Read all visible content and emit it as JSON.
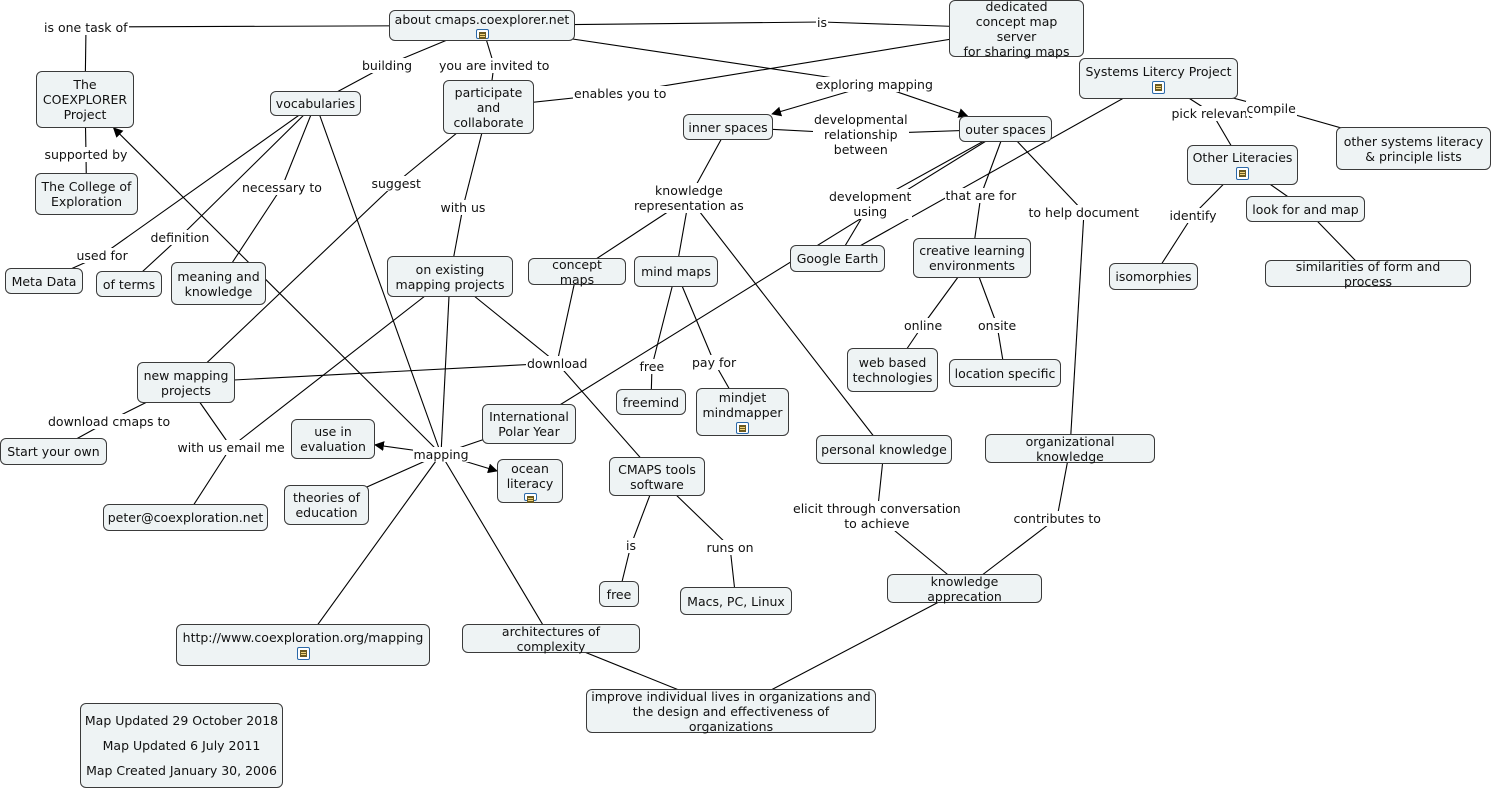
{
  "nodes": [
    {
      "id": "about",
      "text": "about cmaps.coexplorer.net",
      "resource": true
    },
    {
      "id": "dedicated",
      "text": "dedicated\nconcept map server\nfor sharing maps"
    },
    {
      "id": "coexplorer",
      "text": "The\nCOEXPLORER\nProject"
    },
    {
      "id": "college",
      "text": "The College of\nExploration"
    },
    {
      "id": "vocab",
      "text": "vocabularies"
    },
    {
      "id": "participate",
      "text": "participate\nand\ncollaborate"
    },
    {
      "id": "inner",
      "text": "inner spaces"
    },
    {
      "id": "outer",
      "text": "outer spaces"
    },
    {
      "id": "systems",
      "text": "Systems Litercy Project",
      "resource": true
    },
    {
      "id": "otherlists",
      "text": "other systems literacy\n& principle lists"
    },
    {
      "id": "otherlit",
      "text": "Other Literacies",
      "resource": true
    },
    {
      "id": "lookfor",
      "text": "look for and map"
    },
    {
      "id": "isomorphies",
      "text": "isomorphies"
    },
    {
      "id": "similarities",
      "text": "similarities of form and process"
    },
    {
      "id": "metadata",
      "text": "Meta Data"
    },
    {
      "id": "terms",
      "text": "of terms"
    },
    {
      "id": "meaning",
      "text": "meaning and\nknowledge"
    },
    {
      "id": "existing",
      "text": "on existing\nmapping projects"
    },
    {
      "id": "conceptmaps",
      "text": "concept maps"
    },
    {
      "id": "mindmaps",
      "text": "mind maps"
    },
    {
      "id": "googleearth",
      "text": "Google Earth"
    },
    {
      "id": "creative",
      "text": "creative learning\nenvironments"
    },
    {
      "id": "newprojects",
      "text": "new mapping\nprojects"
    },
    {
      "id": "startown",
      "text": "Start your own"
    },
    {
      "id": "webbased",
      "text": "web based\ntechnologies"
    },
    {
      "id": "location",
      "text": "location specific"
    },
    {
      "id": "freemind",
      "text": "freemind"
    },
    {
      "id": "mindjet",
      "text": "mindjet\nmindmapper",
      "resource": true
    },
    {
      "id": "ipy",
      "text": "International\nPolar Year"
    },
    {
      "id": "evaluation",
      "text": "use in\nevaluation"
    },
    {
      "id": "ocean",
      "text": "ocean\nliteracy",
      "resource": true
    },
    {
      "id": "personal",
      "text": "personal knowledge"
    },
    {
      "id": "organizational",
      "text": "organizational knowledge"
    },
    {
      "id": "cmapstools",
      "text": "CMAPS tools\nsoftware"
    },
    {
      "id": "theories",
      "text": "theories of\neducation"
    },
    {
      "id": "peter",
      "text": "peter@coexploration.net"
    },
    {
      "id": "free",
      "text": "free"
    },
    {
      "id": "macs",
      "text": "Macs, PC, Linux"
    },
    {
      "id": "appreciation",
      "text": "knowledge apprecation"
    },
    {
      "id": "url",
      "text": "http://www.coexploration.org/mapping",
      "resource": true
    },
    {
      "id": "complexity",
      "text": "architectures of complexity"
    },
    {
      "id": "improve",
      "text": "improve individual lives in organizations and\nthe design and effectiveness of organizations"
    }
  ],
  "linking_phrases": [
    {
      "id": "is-one-task",
      "text": "is one task of"
    },
    {
      "id": "is",
      "text": "is"
    },
    {
      "id": "building",
      "text": "building"
    },
    {
      "id": "invited",
      "text": "you are invited to"
    },
    {
      "id": "enables",
      "text": "enables you to"
    },
    {
      "id": "exploring",
      "text": "exploring mapping"
    },
    {
      "id": "developmental",
      "text": "developmental\nrelationship\nbetween"
    },
    {
      "id": "supported",
      "text": "supported by"
    },
    {
      "id": "pickrelevant",
      "text": "pick relevant"
    },
    {
      "id": "compile",
      "text": "compile"
    },
    {
      "id": "necessary",
      "text": "necessary to"
    },
    {
      "id": "suggest",
      "text": "suggest"
    },
    {
      "id": "kr",
      "text": "knowledge\nrepresentation as"
    },
    {
      "id": "devusing",
      "text": "development\nusing"
    },
    {
      "id": "thatare",
      "text": "that are for"
    },
    {
      "id": "tohelp",
      "text": "to help document"
    },
    {
      "id": "identify",
      "text": "identify"
    },
    {
      "id": "definition",
      "text": "definition"
    },
    {
      "id": "withus",
      "text": "with us"
    },
    {
      "id": "usedfor",
      "text": "used for"
    },
    {
      "id": "online",
      "text": "online"
    },
    {
      "id": "onsite",
      "text": "onsite"
    },
    {
      "id": "download",
      "text": "download"
    },
    {
      "id": "freelbl",
      "text": "free"
    },
    {
      "id": "payfor",
      "text": "pay for"
    },
    {
      "id": "dlcmaps",
      "text": "download cmaps to"
    },
    {
      "id": "withusemail",
      "text": "with us email me"
    },
    {
      "id": "mapping",
      "text": "mapping"
    },
    {
      "id": "elicit",
      "text": "elicit through conversation\nto achieve"
    },
    {
      "id": "contributes",
      "text": "contributes to"
    },
    {
      "id": "islbl",
      "text": "is"
    },
    {
      "id": "runson",
      "text": "runs on"
    }
  ],
  "footer": {
    "updated_2018": "Map Updated 29 October 2018",
    "updated_2011": "Map Updated 6 July 2011",
    "created_2006": "Map Created January 30, 2006"
  },
  "colors": {
    "node_fill": "#eef3f4",
    "node_border": "#3a3a3a",
    "line": "#000000",
    "resource_icon": "#2a68a8"
  }
}
